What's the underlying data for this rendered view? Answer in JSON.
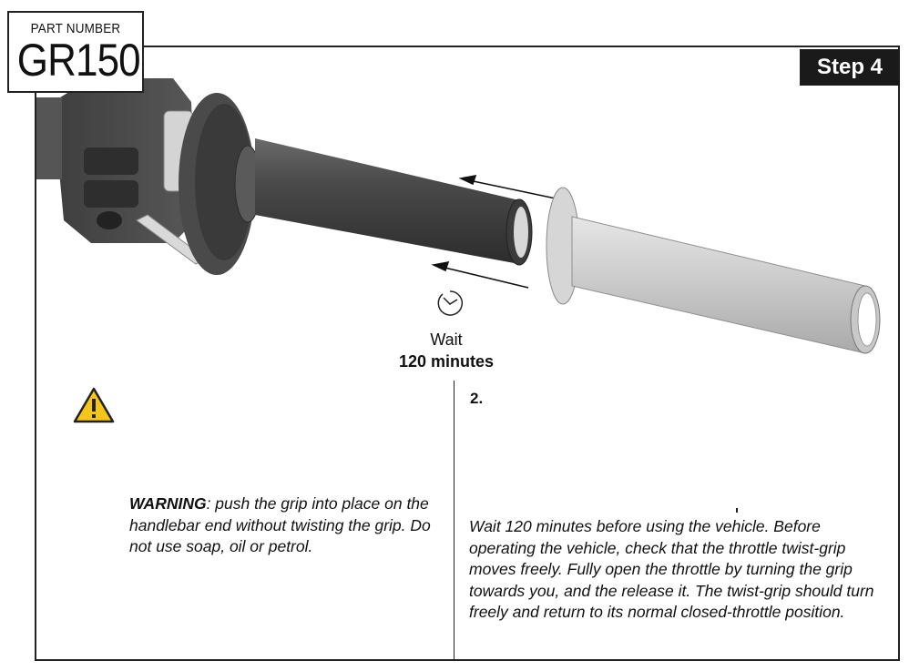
{
  "part": {
    "label": "PART NUMBER",
    "number": "GR150"
  },
  "step": {
    "title": "Step 4",
    "number": "2."
  },
  "wait": {
    "label": "Wait",
    "value": "120 minutes"
  },
  "warning": {
    "fragment": "",
    "keyword": "WARNING",
    "text": ": push the grip into place on the handlebar end without twisting the grip. Do not use soap, oil or petrol."
  },
  "instructions": {
    "text": "Wait 120 minutes before using the vehicle. Before operating the vehicle, check that the throttle twist-grip moves freely. Fully open the throttle by turning the grip towards you, and the release it. The twist-grip should turn freely and return to its normal closed-throttle position."
  },
  "icons": {
    "clock": "clock-icon",
    "warning": "warning-triangle-icon",
    "arrows": "arrow-left-icon"
  },
  "colors": {
    "warning_yellow": "#f5c518",
    "tab_background": "#1a1a1a"
  }
}
